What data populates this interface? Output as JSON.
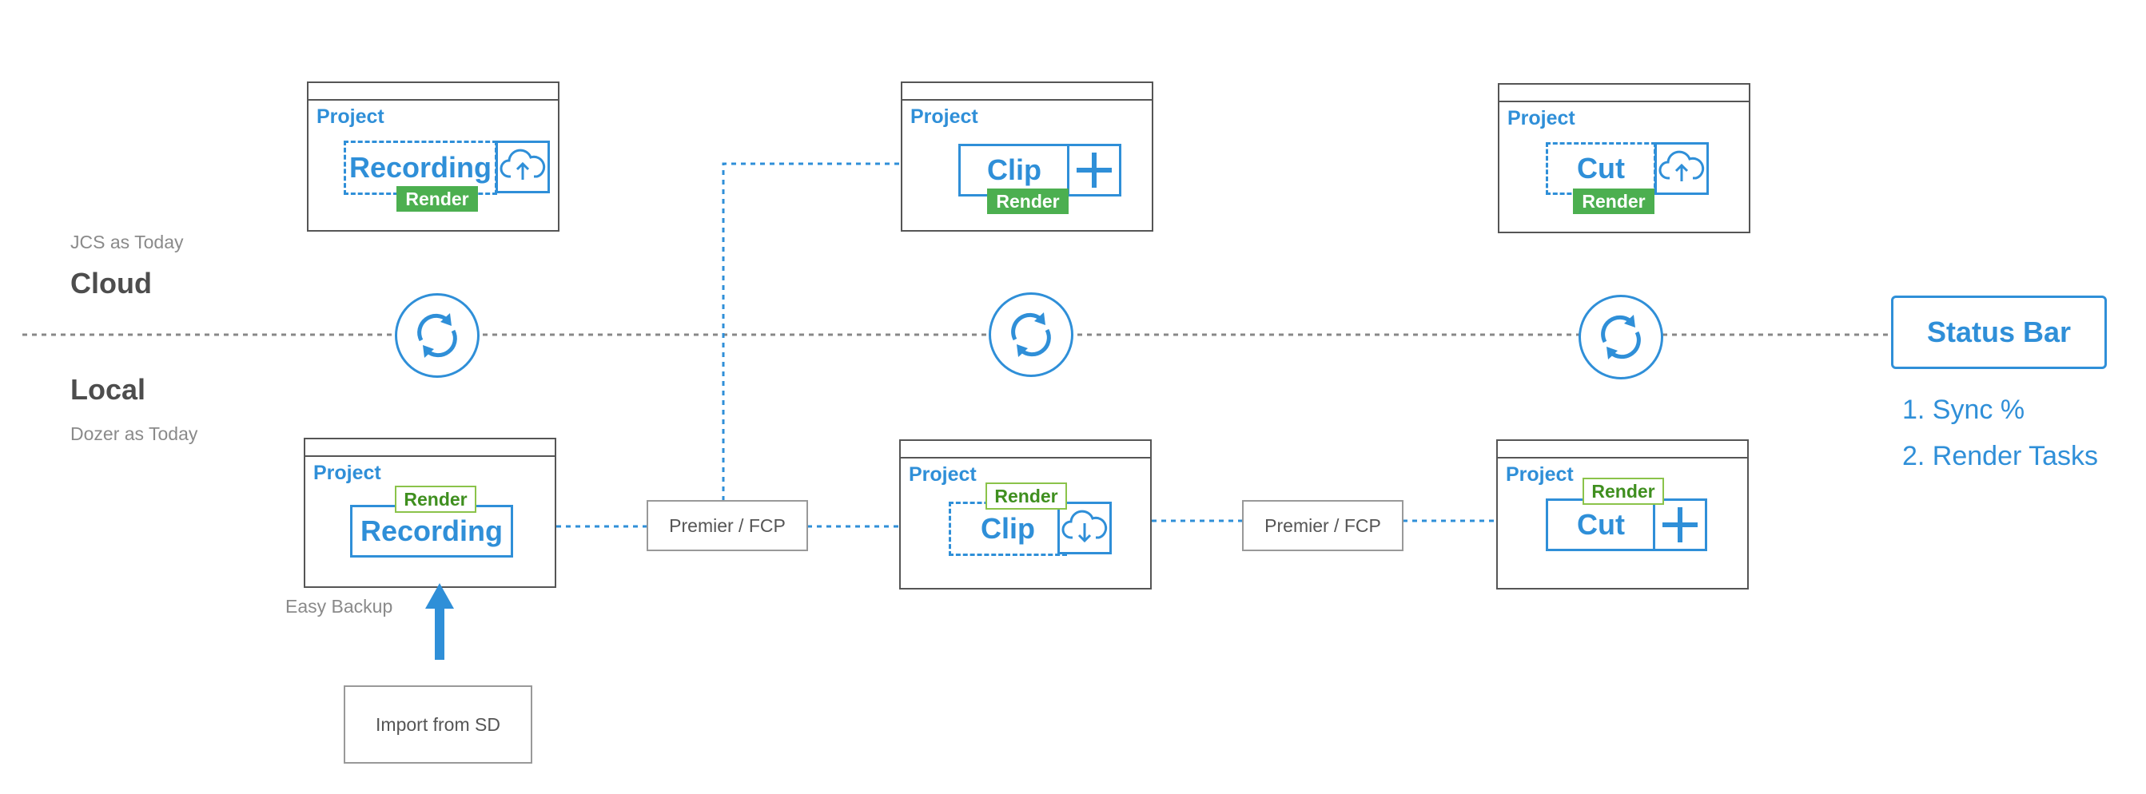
{
  "labels": {
    "cloud_subtitle": "JCS as Today",
    "cloud_title": "Cloud",
    "local_title": "Local",
    "local_subtitle": "Dozer as Today",
    "easy_backup": "Easy Backup",
    "import_from_sd": "Import from SD"
  },
  "cloud_projects": [
    {
      "project": "Project",
      "asset": "Recording",
      "render": "Render",
      "icon": "cloud-upload-icon"
    },
    {
      "project": "Project",
      "asset": "Clip",
      "render": "Render",
      "icon": "plus-icon"
    },
    {
      "project": "Project",
      "asset": "Cut",
      "render": "Render",
      "icon": "cloud-upload-icon"
    }
  ],
  "local_projects": [
    {
      "project": "Project",
      "asset": "Recording",
      "render": "Render"
    },
    {
      "project": "Project",
      "asset": "Clip",
      "render": "Render",
      "icon": "cloud-download-icon"
    },
    {
      "project": "Project",
      "asset": "Cut",
      "render": "Render",
      "icon": "plus-icon"
    }
  ],
  "tools": [
    "Premier / FCP",
    "Premier / FCP"
  ],
  "sync_icons": [
    "sync-icon",
    "sync-icon",
    "sync-icon"
  ],
  "status": {
    "title": "Status Bar",
    "items": [
      "1. Sync %",
      "2. Render Tasks"
    ]
  },
  "colors": {
    "accent": "#2f8fd8",
    "render_green": "#4caf50",
    "render_outline": "#8bc34a",
    "line_gray": "#888888"
  }
}
